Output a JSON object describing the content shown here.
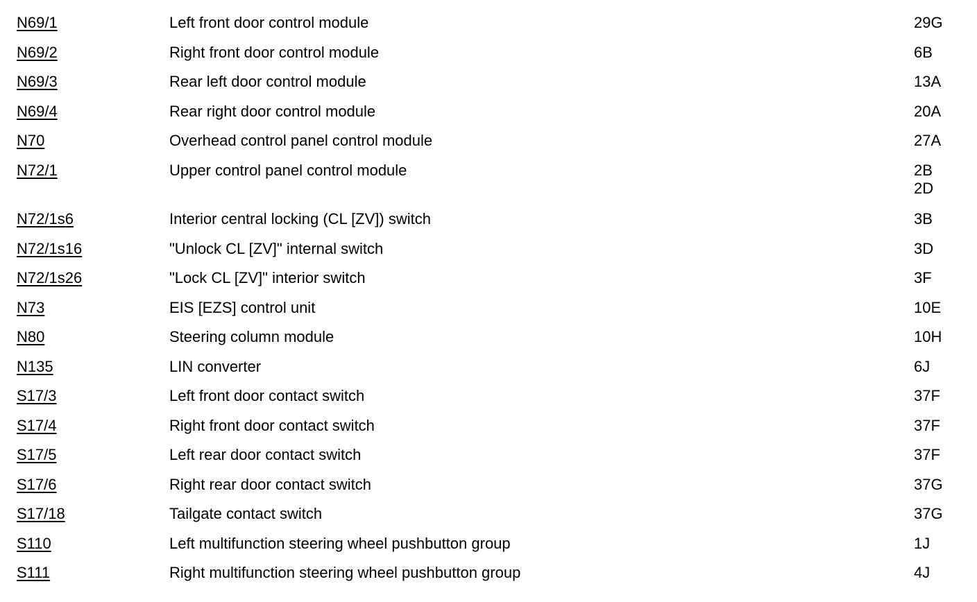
{
  "document": {
    "type": "component-legend-table",
    "columns": [
      "id",
      "description",
      "location"
    ],
    "background_color": "#ffffff",
    "text_color": "#000000"
  },
  "rows": [
    {
      "id": "N69/1",
      "description": "Left front door control module",
      "location": "29G",
      "location2": ""
    },
    {
      "id": "N69/2",
      "description": "Right front door control module",
      "location": "6B",
      "location2": ""
    },
    {
      "id": "N69/3",
      "description": "Rear left door control module",
      "location": "13A",
      "location2": ""
    },
    {
      "id": "N69/4",
      "description": "Rear right door control module",
      "location": "20A",
      "location2": ""
    },
    {
      "id": "N70",
      "description": "Overhead control panel control module",
      "location": "27A",
      "location2": ""
    },
    {
      "id": "N72/1",
      "description": "Upper control panel control module",
      "location": "2B",
      "location2": "2D"
    },
    {
      "id": "N72/1s6",
      "description": "Interior central locking (CL [ZV]) switch",
      "location": "3B",
      "location2": ""
    },
    {
      "id": "N72/1s16",
      "description": "\"Unlock CL [ZV]\" internal switch",
      "location": "3D",
      "location2": ""
    },
    {
      "id": "N72/1s26",
      "description": "\"Lock CL [ZV]\" interior switch",
      "location": "3F",
      "location2": ""
    },
    {
      "id": "N73",
      "description": "EIS [EZS] control unit",
      "location": "10E",
      "location2": ""
    },
    {
      "id": "N80",
      "description": "Steering column module",
      "location": "10H",
      "location2": ""
    },
    {
      "id": "N135",
      "description": "LIN converter",
      "location": "6J",
      "location2": ""
    },
    {
      "id": "S17/3",
      "description": "Left front door contact switch",
      "location": "37F",
      "location2": ""
    },
    {
      "id": "S17/4",
      "description": "Right front door contact switch",
      "location": "37F",
      "location2": ""
    },
    {
      "id": "S17/5",
      "description": "Left rear door contact switch",
      "location": "37F",
      "location2": ""
    },
    {
      "id": "S17/6",
      "description": "Right rear door contact switch",
      "location": "37G",
      "location2": ""
    },
    {
      "id": "S17/18",
      "description": "Tailgate contact switch",
      "location": "37G",
      "location2": ""
    },
    {
      "id": "S110",
      "description": "Left multifunction steering wheel pushbutton group",
      "location": "1J",
      "location2": ""
    },
    {
      "id": "S111",
      "description": "Right multifunction steering wheel pushbutton group",
      "location": "4J",
      "location2": ""
    }
  ],
  "layout": {
    "row_tops": [
      20,
      63,
      105,
      148,
      190,
      233,
      303,
      346,
      388,
      431,
      473,
      516,
      558,
      601,
      643,
      686,
      728,
      771,
      813
    ]
  }
}
